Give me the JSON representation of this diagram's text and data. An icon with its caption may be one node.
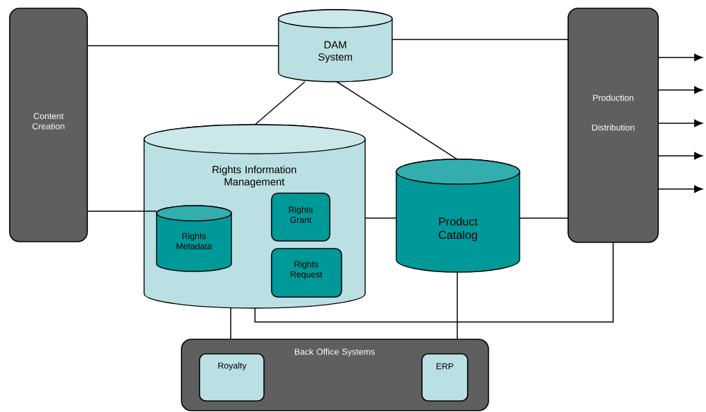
{
  "diagram": {
    "nodes": [
      {
        "text": [
          "Content Creation"
        ]
      },
      {
        "text": [
          "DAM System"
        ]
      },
      {
        "text": [
          "Production",
          "Distribution"
        ]
      },
      {
        "text": [
          "Rights Information Management"
        ]
      },
      {
        "text": [
          "Rights Metadata"
        ],
        "in": 3
      },
      {
        "text": [
          "Rights Grant"
        ],
        "in": 3
      },
      {
        "text": [
          "Rights Request"
        ],
        "in": 3
      },
      {
        "text": [
          "Product Catalog"
        ]
      },
      {
        "text": [
          "Back Office Systems"
        ]
      },
      {
        "text": [
          "Royalty"
        ],
        "in": 8
      },
      {
        "text": [
          "ERP"
        ],
        "in": 8
      }
    ],
    "edges": [
      {
        "from": 0,
        "to": 1,
        "arrow": "none"
      },
      {
        "from": 1,
        "to": 2,
        "arrow": "none"
      },
      {
        "from": 1,
        "to": 3,
        "arrow": "none"
      },
      {
        "from": 1,
        "to": 7,
        "arrow": "none"
      },
      {
        "from": 0,
        "to": 4,
        "arrow": "none"
      },
      {
        "from": 3,
        "to": 7,
        "arrow": "none"
      },
      {
        "from": 7,
        "to": 2,
        "arrow": "none"
      },
      {
        "from": 3,
        "to": 8,
        "arrow": "none"
      },
      {
        "from": 7,
        "to": 8,
        "arrow": "none"
      },
      {
        "from": 3,
        "to": 2,
        "arrow": "none"
      },
      {
        "from": 2,
        "to": null,
        "arrow": "to"
      },
      {
        "from": 2,
        "to": null,
        "arrow": "to"
      },
      {
        "from": 2,
        "to": null,
        "arrow": "to"
      },
      {
        "from": 2,
        "to": null,
        "arrow": "to"
      },
      {
        "from": 2,
        "to": null,
        "arrow": "to"
      }
    ]
  }
}
